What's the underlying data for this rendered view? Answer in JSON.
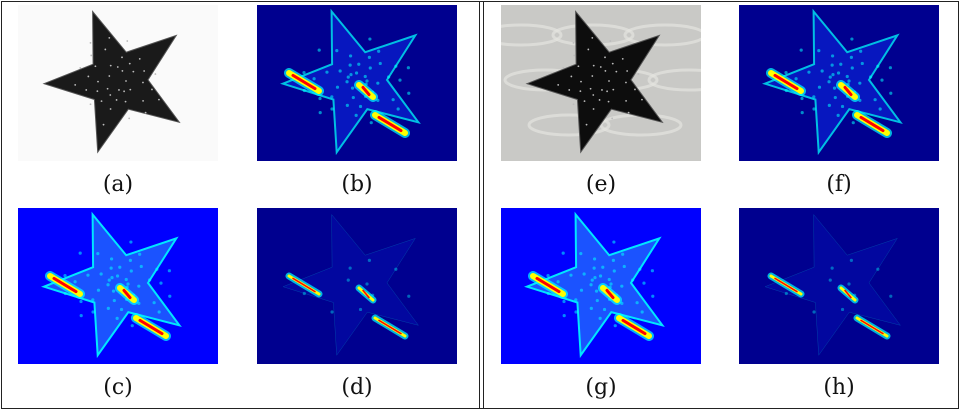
{
  "figure": {
    "panels": [
      {
        "id": "a",
        "caption": "(a)",
        "kind": "gray_white"
      },
      {
        "id": "b",
        "caption": "(b)",
        "kind": "heatmap_full"
      },
      {
        "id": "c",
        "caption": "(c)",
        "kind": "heatmap_bright"
      },
      {
        "id": "d",
        "caption": "(d)",
        "kind": "heatmap_sparse"
      },
      {
        "id": "e",
        "caption": "(e)",
        "kind": "gray_sand"
      },
      {
        "id": "f",
        "caption": "(f)",
        "kind": "heatmap_full"
      },
      {
        "id": "g",
        "caption": "(g)",
        "kind": "heatmap_bright"
      },
      {
        "id": "h",
        "caption": "(h)",
        "kind": "heatmap_sparse"
      }
    ],
    "colors": {
      "jet_dark": "#00008f",
      "jet_blue": "#0000ff",
      "jet_cyan": "#00ffff",
      "jet_yellow": "#ffff00",
      "jet_red": "#ff0000",
      "frame": "#222222"
    }
  }
}
